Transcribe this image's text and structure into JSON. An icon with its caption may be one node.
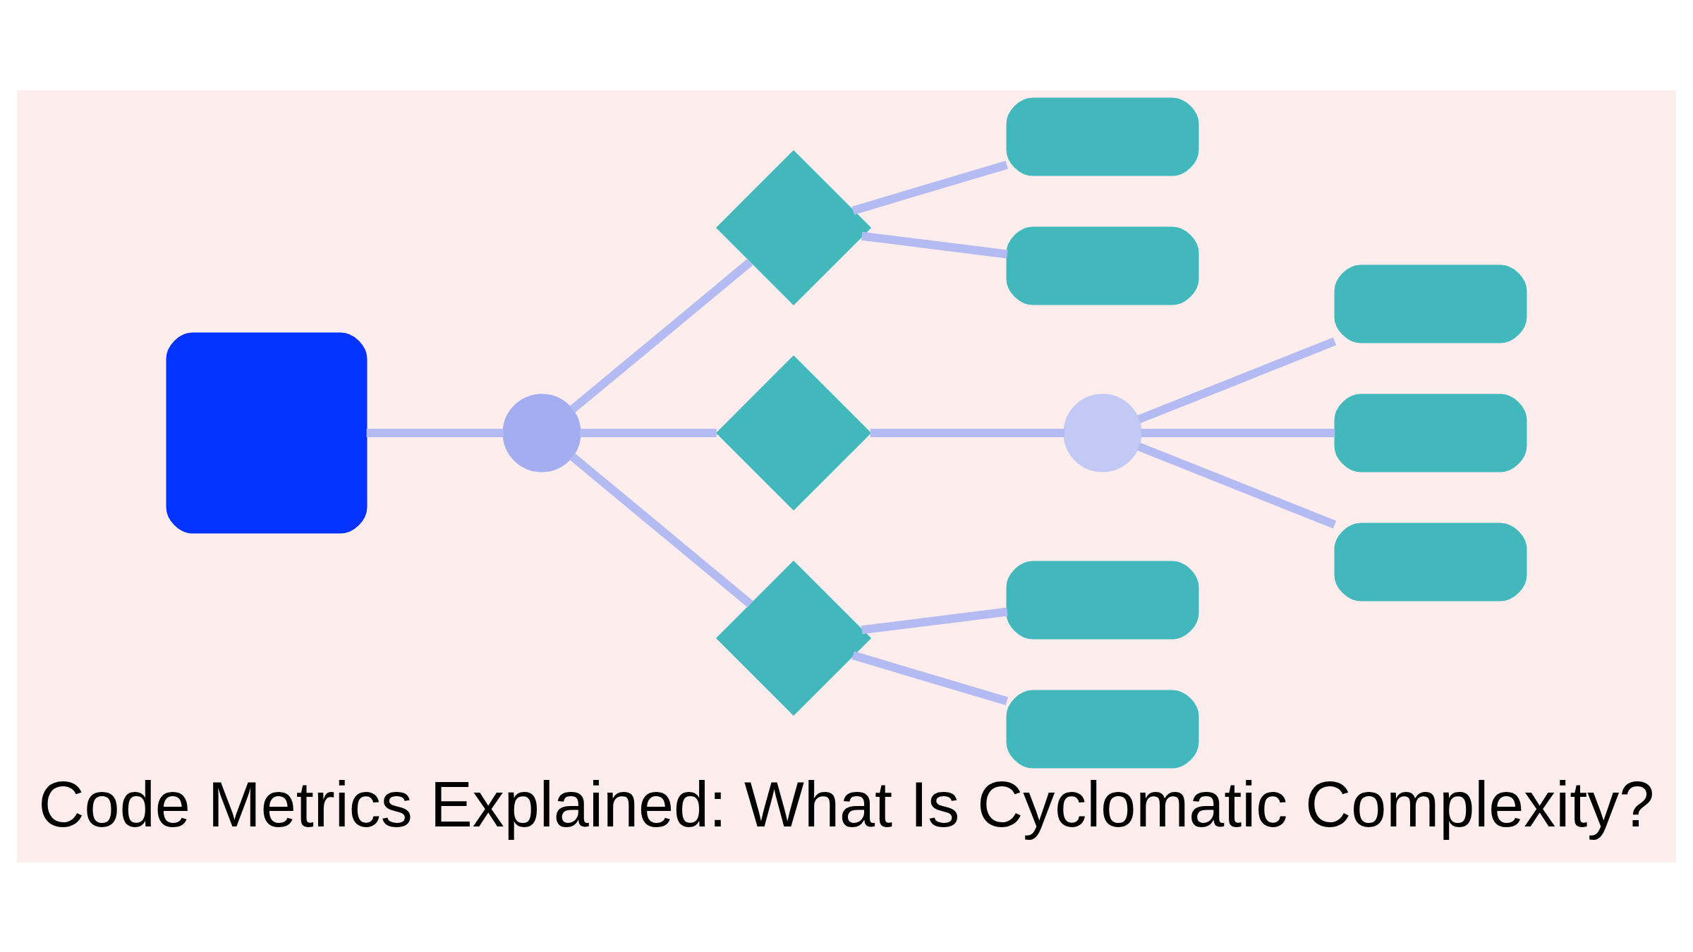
{
  "diagram": {
    "title": "Code Metrics Explained: What Is Cyclomatic Complexity?",
    "nodes": [
      {
        "text": [],
        "shape": "box"
      },
      {
        "text": [],
        "shape": "circle"
      },
      {
        "text": [],
        "shape": "diamond"
      },
      {
        "text": [],
        "shape": "diamond"
      },
      {
        "text": [],
        "shape": "diamond"
      },
      {
        "text": [],
        "shape": "circle"
      },
      {
        "text": [],
        "shape": "pill"
      },
      {
        "text": [],
        "shape": "pill"
      },
      {
        "text": [],
        "shape": "pill"
      },
      {
        "text": [],
        "shape": "pill"
      },
      {
        "text": [],
        "shape": "pill"
      },
      {
        "text": [],
        "shape": "pill"
      },
      {
        "text": [],
        "shape": "pill"
      }
    ],
    "edges": [
      {
        "from": 0,
        "to": 1,
        "arrow": "none"
      },
      {
        "from": 1,
        "to": 2,
        "arrow": "none"
      },
      {
        "from": 1,
        "to": 3,
        "arrow": "none"
      },
      {
        "from": 1,
        "to": 4,
        "arrow": "none"
      },
      {
        "from": 2,
        "to": 6,
        "arrow": "none"
      },
      {
        "from": 2,
        "to": 7,
        "arrow": "none"
      },
      {
        "from": 3,
        "to": 5,
        "arrow": "none"
      },
      {
        "from": 5,
        "to": 8,
        "arrow": "none"
      },
      {
        "from": 5,
        "to": 9,
        "arrow": "none"
      },
      {
        "from": 5,
        "to": 10,
        "arrow": "none"
      },
      {
        "from": 4,
        "to": 11,
        "arrow": "none"
      },
      {
        "from": 4,
        "to": 12,
        "arrow": "none"
      }
    ]
  }
}
